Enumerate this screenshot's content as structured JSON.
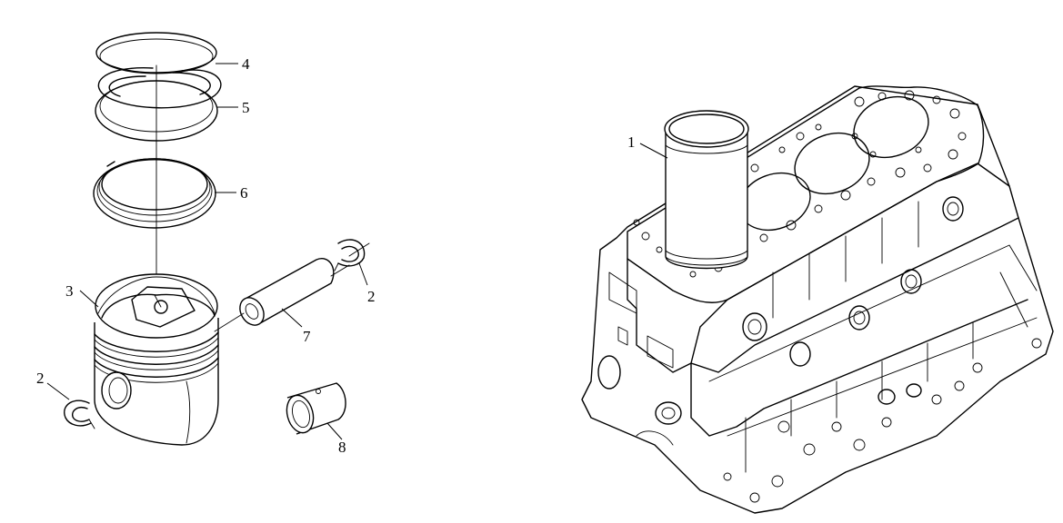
{
  "callouts": {
    "c1": "1",
    "c2a": "2",
    "c2b": "2",
    "c3": "3",
    "c4": "4",
    "c5": "5",
    "c6": "6",
    "c7": "7",
    "c8": "8"
  }
}
